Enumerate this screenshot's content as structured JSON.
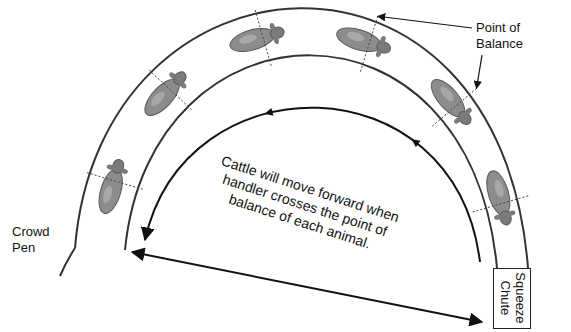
{
  "diagram": {
    "nodes": [
      {
        "text": [
          "Squeeze Chute"
        ]
      }
    ],
    "labels": [
      "Point of Balance",
      "Cattle will move forward when handler crosses the point of balance of each animal.",
      "Crowd Pen"
    ]
  }
}
